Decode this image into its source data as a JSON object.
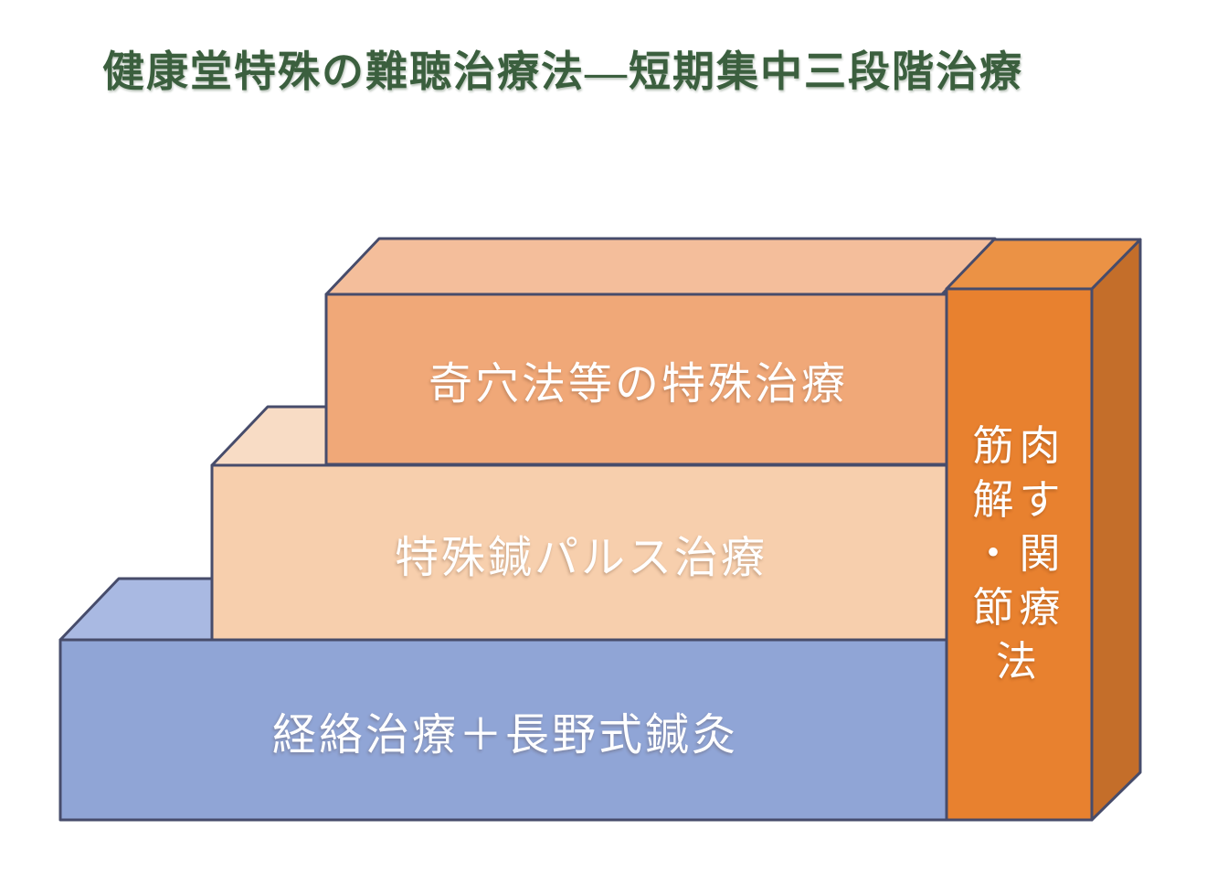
{
  "title": {
    "text": "健康堂特殊の難聴治療法―短期集中三段階治療",
    "color": "#3B5F3E"
  },
  "diagram": {
    "type": "staircase-3d",
    "outline_color": "#474C6B",
    "label_text_color": "#FFFFFF",
    "steps": [
      {
        "position": "bottom",
        "label": "経絡治療＋長野式鍼灸",
        "front_color": "#90A5D6",
        "top_color": "#A9B9E2"
      },
      {
        "position": "middle",
        "label": "特殊鍼パルス治療",
        "front_color": "#F7CFAD",
        "top_color": "#F8DCC5"
      },
      {
        "position": "top",
        "label": "奇穴法等の特殊治療",
        "front_color": "#F0A878",
        "top_color": "#F4BE9B"
      }
    ],
    "side_bar": {
      "label": "筋肉解す・関節療法",
      "lines": [
        "筋肉",
        "解す",
        "・関",
        "節療",
        "法"
      ],
      "front_color": "#E8812F",
      "top_color": "#EB9245",
      "side_color": "#C46E2A"
    }
  }
}
